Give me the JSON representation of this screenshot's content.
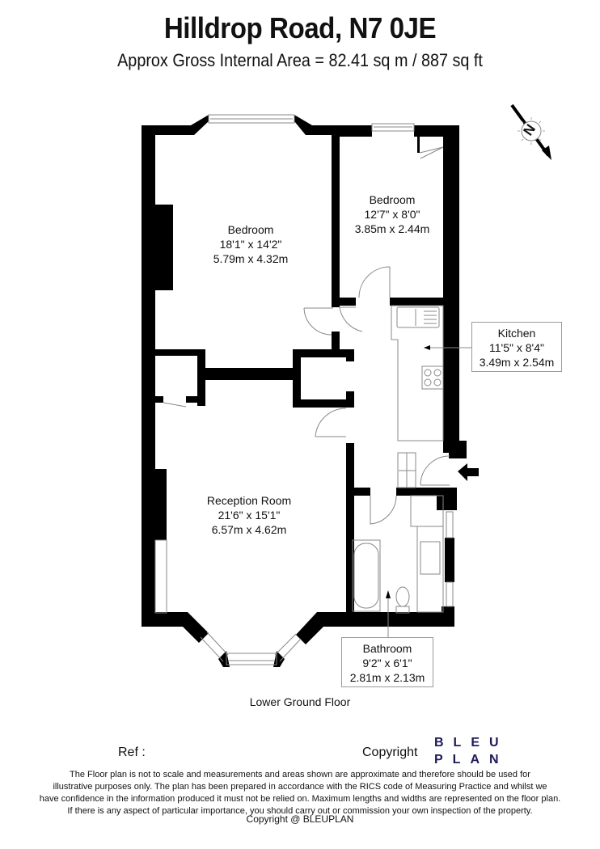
{
  "header": {
    "title": "Hilldrop Road, N7 0JE",
    "area": "Approx Gross Internal Area = 82.41 sq m / 887 sq ft"
  },
  "compass": {
    "label": "N",
    "icon": "north-arrow-icon"
  },
  "rooms": [
    {
      "name": "Bedroom",
      "imperial": "18'1\" x 14'2\"",
      "metric": "5.79m x 4.32m"
    },
    {
      "name": "Bedroom",
      "imperial": "12'7\" x 8'0\"",
      "metric": "3.85m x 2.44m"
    },
    {
      "name": "Kitchen",
      "imperial": "11'5\" x 8'4\"",
      "metric": "3.49m x 2.54m"
    },
    {
      "name": "Reception Room",
      "imperial": "21'6\" x 15'1\"",
      "metric": "6.57m x 4.62m"
    },
    {
      "name": "Bathroom",
      "imperial": "9'2\" x 6'1\"",
      "metric": "2.81m x 2.13m"
    }
  ],
  "floor": {
    "name": "Lower Ground Floor"
  },
  "footer": {
    "ref_label": "Ref  :",
    "copyright_label": "Copyright",
    "logo_line1": "BLEU",
    "logo_line2": "PLAN",
    "logo_color": "#1d1a5b",
    "disclaimer": [
      "The Floor plan is not to scale and measurements and areas shown are approximate and therefore should be used for",
      "illustrative purposes only. The plan has been prepared in accordance with the RICS code of Measuring Practice and whilst we",
      "have confidence in the information produced it must not be relied on. Maximum lengths and widths are represented on the floor plan.",
      "If there is any aspect of particular importance, you should carry out or commission your own inspection of the property."
    ],
    "copyright_line": "Copyright @ BLEUPLAN"
  },
  "colors": {
    "wall": "#000000",
    "fixture_line": "#888888",
    "label_border": "#9a9a9a"
  }
}
